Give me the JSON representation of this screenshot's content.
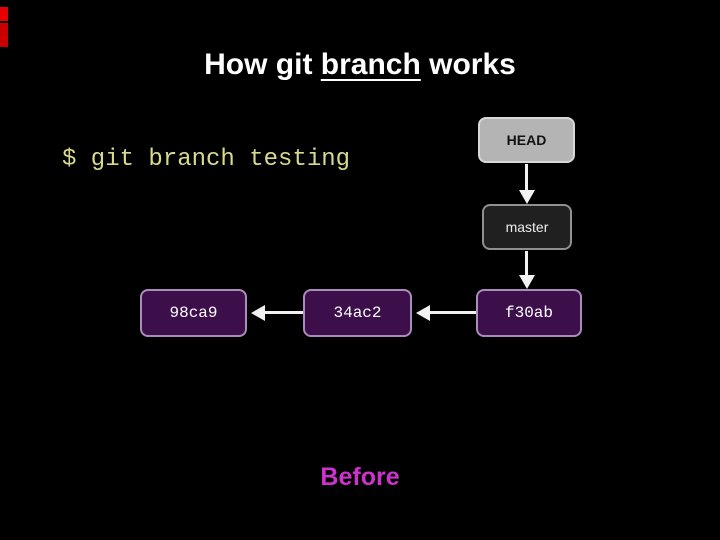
{
  "slide": {
    "title": {
      "prefix": "How git ",
      "keyword": "branch",
      "suffix": " works"
    },
    "command_line": "$ git branch testing",
    "caption": "Before"
  },
  "diagram": {
    "head": {
      "label": "HEAD"
    },
    "branch": {
      "label": "master"
    },
    "commits": [
      {
        "id": "98ca9"
      },
      {
        "id": "34ac2"
      },
      {
        "id": "f30ab"
      }
    ]
  },
  "colors": {
    "background": "#000000",
    "title_text": "#ffffff",
    "command_text": "#d8d98e",
    "caption_text": "#cc33cc",
    "head_fill": "#b4b4b4",
    "head_border": "#d8d8d8",
    "head_text": "#111111",
    "master_fill": "#202020",
    "master_border": "#909090",
    "master_text": "#ececec",
    "commit_fill": "#3c0f4b",
    "commit_border": "#aa8cba",
    "commit_text": "#ffffff",
    "arrow": "#f2f2f2",
    "edge_strip_top": "#e60000",
    "edge_strip_bottom": "#c80000"
  }
}
